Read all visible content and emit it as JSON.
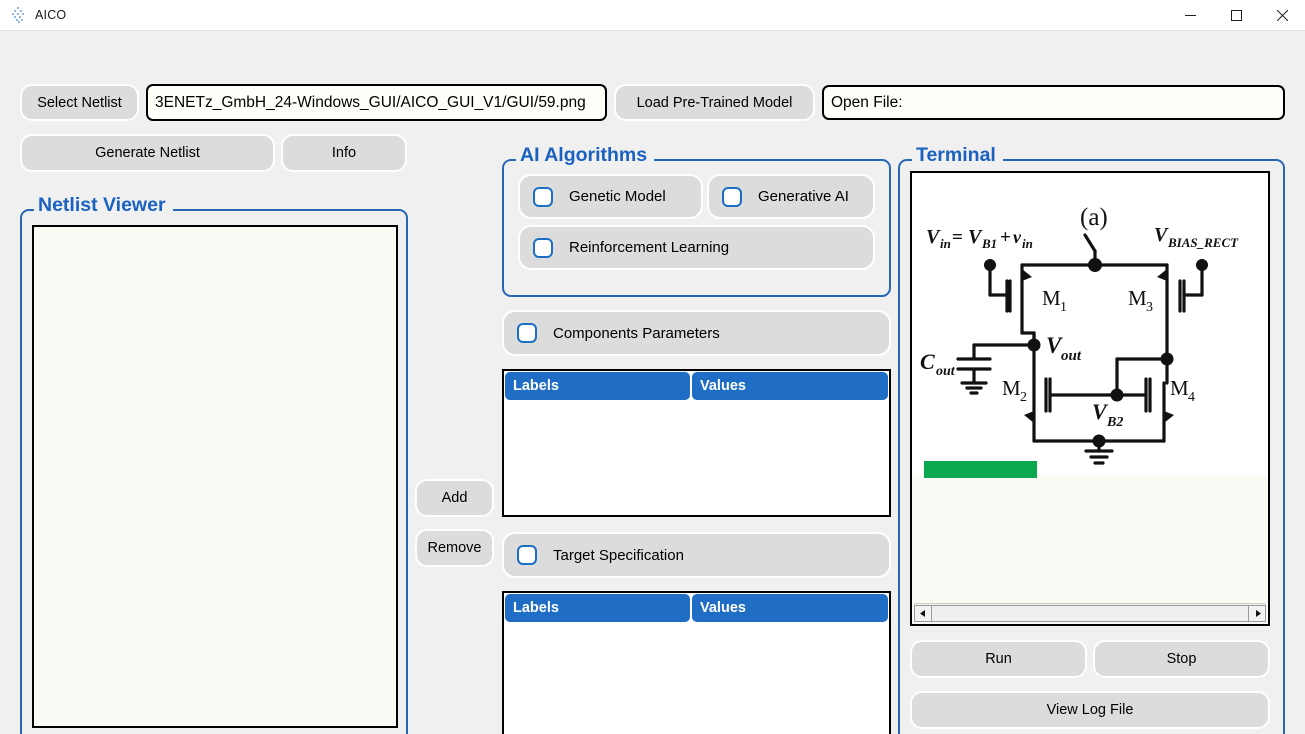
{
  "window": {
    "title": "AICO",
    "icon": "aico-molecule-icon",
    "controls": {
      "minimize": "minimize-icon",
      "maximize": "maximize-icon",
      "close": "close-icon"
    }
  },
  "toolbar": {
    "select_netlist": "Select Netlist",
    "netlist_path_value": "3ENETz_GmbH_24-Windows_GUI/AICO_GUI_V1/GUI/59.png",
    "load_model": "Load Pre-Trained Model",
    "open_file_value": "Open File:",
    "generate_netlist": "Generate Netlist",
    "info": "Info"
  },
  "netlist_viewer": {
    "title": "Netlist Viewer",
    "content": ""
  },
  "middle": {
    "add": "Add",
    "remove": "Remove"
  },
  "ai_algorithms": {
    "title": "AI Algorithms",
    "options": [
      {
        "label": "Genetic Model",
        "checked": false
      },
      {
        "label": "Generative AI",
        "checked": false
      },
      {
        "label": "Reinforcement Learning",
        "checked": false
      }
    ]
  },
  "components_parameters": {
    "label": "Components Parameters",
    "checked": false,
    "table": {
      "columns": [
        "Labels",
        "Values"
      ],
      "rows": []
    }
  },
  "target_specification": {
    "label": "Target Specification",
    "checked": false,
    "table": {
      "columns": [
        "Labels",
        "Values"
      ],
      "rows": []
    }
  },
  "terminal": {
    "title": "Terminal",
    "image": {
      "caption": "(a)",
      "labels": {
        "vin": "Vin = VB1+vin",
        "vbias": "VBIAS_RECT",
        "vout": "Vout",
        "cout": "Cout",
        "vb2": "VB2",
        "m1": "M1",
        "m2": "M2",
        "m3": "M3",
        "m4": "M4"
      },
      "highlight_color": "#0aa84f"
    },
    "scrollbar": {
      "left_arrow": "scroll-left-icon",
      "right_arrow": "scroll-right-icon"
    },
    "run": "Run",
    "stop": "Stop",
    "view_log": "View Log File"
  },
  "colors": {
    "accent_blue": "#1b62c0",
    "group_border": "#2468b4",
    "header_blue": "#1f6dc4",
    "button_face": "#dcdcdc",
    "window_bg": "#f0f0f0",
    "green_highlight": "#0aa84f"
  }
}
